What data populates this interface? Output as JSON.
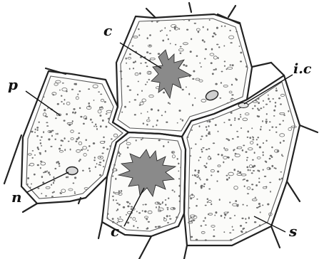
{
  "labels": {
    "c_top": "c",
    "p": "p",
    "ic": "i.c",
    "n": "n",
    "c_bottom": "c",
    "s": "s"
  },
  "colors": {
    "line": "#222222",
    "cytoplasm": "#fbfbf9",
    "crystal": "#8a8a8a",
    "granule": "#6b6b6b"
  }
}
